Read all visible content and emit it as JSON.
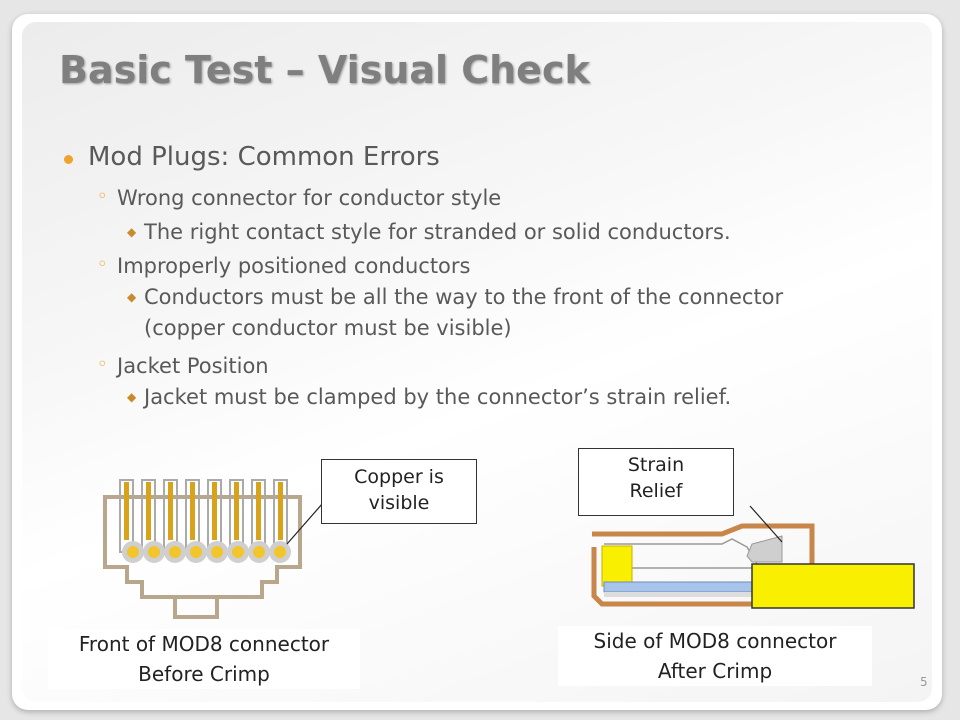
{
  "slide": {
    "title": "Basic Test – Visual Check",
    "bullet": "Mod Plugs: Common Errors",
    "items": [
      {
        "text": "Wrong connector for conductor style"
      },
      {
        "text": "The right contact style for stranded or solid conductors."
      },
      {
        "text": "Improperly positioned conductors"
      },
      {
        "text": "Conductors must be all the way to the front of the connector (copper conductor must be visible)"
      },
      {
        "text": "Jacket Position"
      },
      {
        "text": "Jacket must be clamped by the connector’s strain relief."
      }
    ],
    "page_number": "5"
  },
  "figures": {
    "front": {
      "callout_line1": "Copper is",
      "callout_line2": "visible",
      "caption_line1": "Front of MOD8 connector",
      "caption_line2": "Before Crimp"
    },
    "side": {
      "callout_line1": "Strain",
      "callout_line2": "Relief",
      "caption_line1": "Side of MOD8 connector",
      "caption_line2": "After Crimp"
    }
  },
  "colors": {
    "accent": "#f0a22e",
    "connector_outline": "#b9a78d",
    "contact": "#d9a21b",
    "copper_yellow": "#f8f000",
    "side_outline": "#c8864a"
  }
}
